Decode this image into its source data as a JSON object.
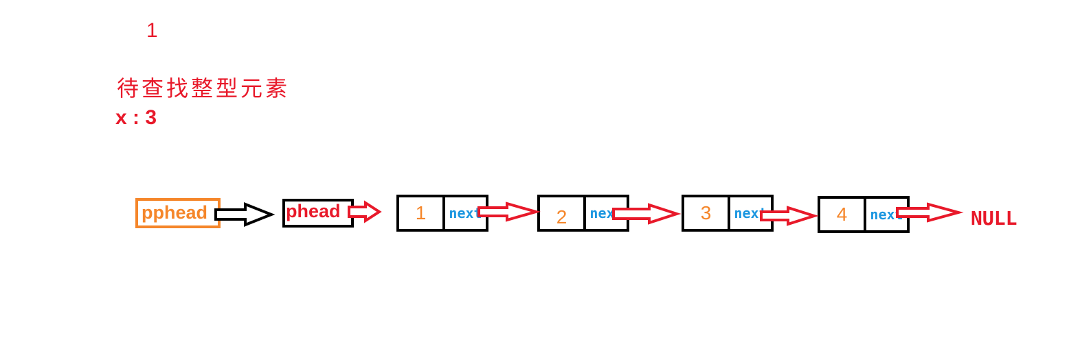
{
  "step_number": "1",
  "prompt": {
    "label": "待查找整型元素",
    "target_line": "x : 3"
  },
  "pointers": {
    "pphead": "pphead",
    "phead": "phead"
  },
  "nodes": [
    {
      "value": "1",
      "next_label": "next"
    },
    {
      "value": "2",
      "next_label": "next"
    },
    {
      "value": "3",
      "next_label": "next"
    },
    {
      "value": "4",
      "next_label": "next"
    }
  ],
  "terminal": "NULL",
  "colors": {
    "red": "#e8192a",
    "orange": "#f5862a",
    "blue": "#1a96e0",
    "black": "#000000"
  }
}
